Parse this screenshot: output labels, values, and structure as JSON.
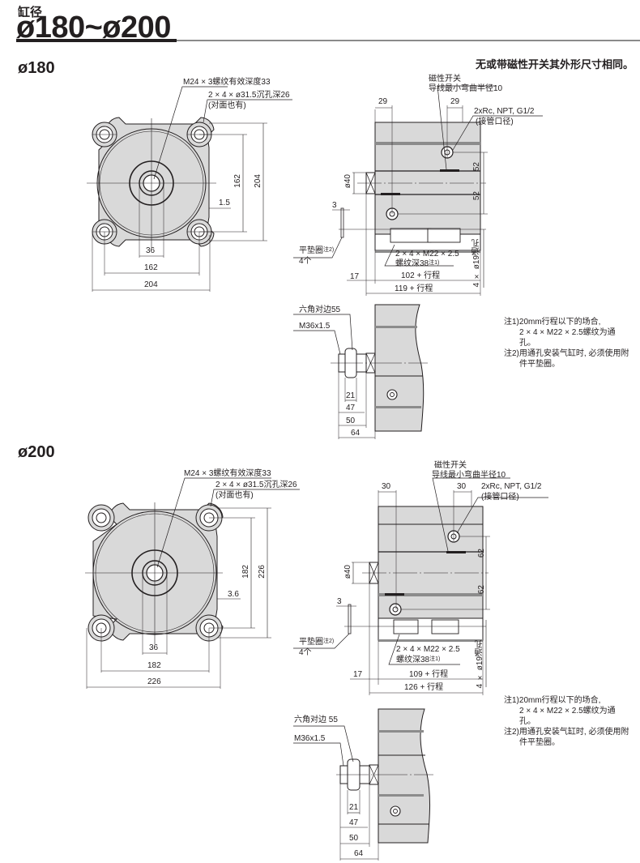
{
  "header": {
    "label": "缸径",
    "title": "ø180~ø200"
  },
  "common_note": "无或带磁性开关其外形尺寸相同。",
  "sections": [
    {
      "title": "ø180",
      "front_view": {
        "callout_thread": "M24 × 3螺纹有效深度33",
        "callout_holes": "2 × 4 × ø31.5沉孔深26",
        "callout_holes_sub": "(对面也有)",
        "dim_inner_v": "162",
        "dim_outer_v": "204",
        "dim_small": "1.5",
        "dim_rod": "36",
        "dim_inner_h": "162",
        "dim_outer_h": "204"
      },
      "side_view": {
        "switch_label_1": "磁性开关",
        "switch_label_2": "导线最小弯曲半径10",
        "port_label": "2xRc, NPT, G1/2",
        "port_sub": "(接管口径)",
        "dim_port_left": "29",
        "dim_port_right": "29",
        "dim_rod_dia": "ø40",
        "dim_upper": "52",
        "dim_lower": "52",
        "dim_washer": "3",
        "washer_label": "平垫圈",
        "washer_note": "注2)",
        "washer_qty": "4个",
        "thread_label": "2 × 4 × M22 × 2.5",
        "thread_depth": "螺纹深38",
        "thread_note": "注1)",
        "through_hole": "4 × ø19通孔",
        "dim_17": "17",
        "dim_body": "102 + 行程",
        "dim_total": "119 + 行程"
      },
      "rod_end": {
        "hex_label": "六角对边55",
        "thread_label": "M36x1.5",
        "dim_21": "21",
        "dim_47": "47",
        "dim_50": "50",
        "dim_64": "64"
      },
      "notes": [
        "注1)20mm行程以下的场合,",
        "2 × 4 × M22 × 2.5螺纹为通",
        "孔。",
        "注2)用通孔安装气缸时, 必须使用附",
        "件平垫圈。"
      ]
    },
    {
      "title": "ø200",
      "front_view": {
        "callout_thread": "M24 × 3螺纹有效深度33",
        "callout_holes": "2 × 4 × ø31.5沉孔深26",
        "callout_holes_sub": "(对面也有)",
        "dim_inner_v": "182",
        "dim_outer_v": "226",
        "dim_small": "3.6",
        "dim_rod": "36",
        "dim_inner_h": "182",
        "dim_outer_h": "226"
      },
      "side_view": {
        "switch_label_1": "磁性开关",
        "switch_label_2": "导线最小弯曲半径10",
        "port_label": "2xRc, NPT, G1/2",
        "port_sub": "(接管口径)",
        "dim_port_left": "30",
        "dim_port_right": "30",
        "dim_rod_dia": "ø40",
        "dim_upper": "62",
        "dim_lower": "62",
        "dim_washer": "3",
        "washer_label": "平垫圈",
        "washer_note": "注2)",
        "washer_qty": "4个",
        "thread_label": "2 × 4 × M22 × 2.5",
        "thread_depth": "螺纹深38",
        "thread_note": "注1)",
        "through_hole": "4 × ø19通孔",
        "dim_17": "17",
        "dim_body": "109 + 行程",
        "dim_total": "126 + 行程"
      },
      "rod_end": {
        "hex_label": "六角对边 55",
        "thread_label": "M36x1.5",
        "dim_21": "21",
        "dim_47": "47",
        "dim_50": "50",
        "dim_64": "64"
      },
      "notes": [
        "注1)20mm行程以下的场合,",
        "2 × 4 × M22 × 2.5螺纹为通",
        "孔。",
        "注2)用通孔安装气缸时, 必须使用附",
        "件平垫圈。"
      ]
    }
  ],
  "colors": {
    "body_fill": "#d9d9d9",
    "line": "#231f20",
    "band": "#8c8c8c"
  }
}
